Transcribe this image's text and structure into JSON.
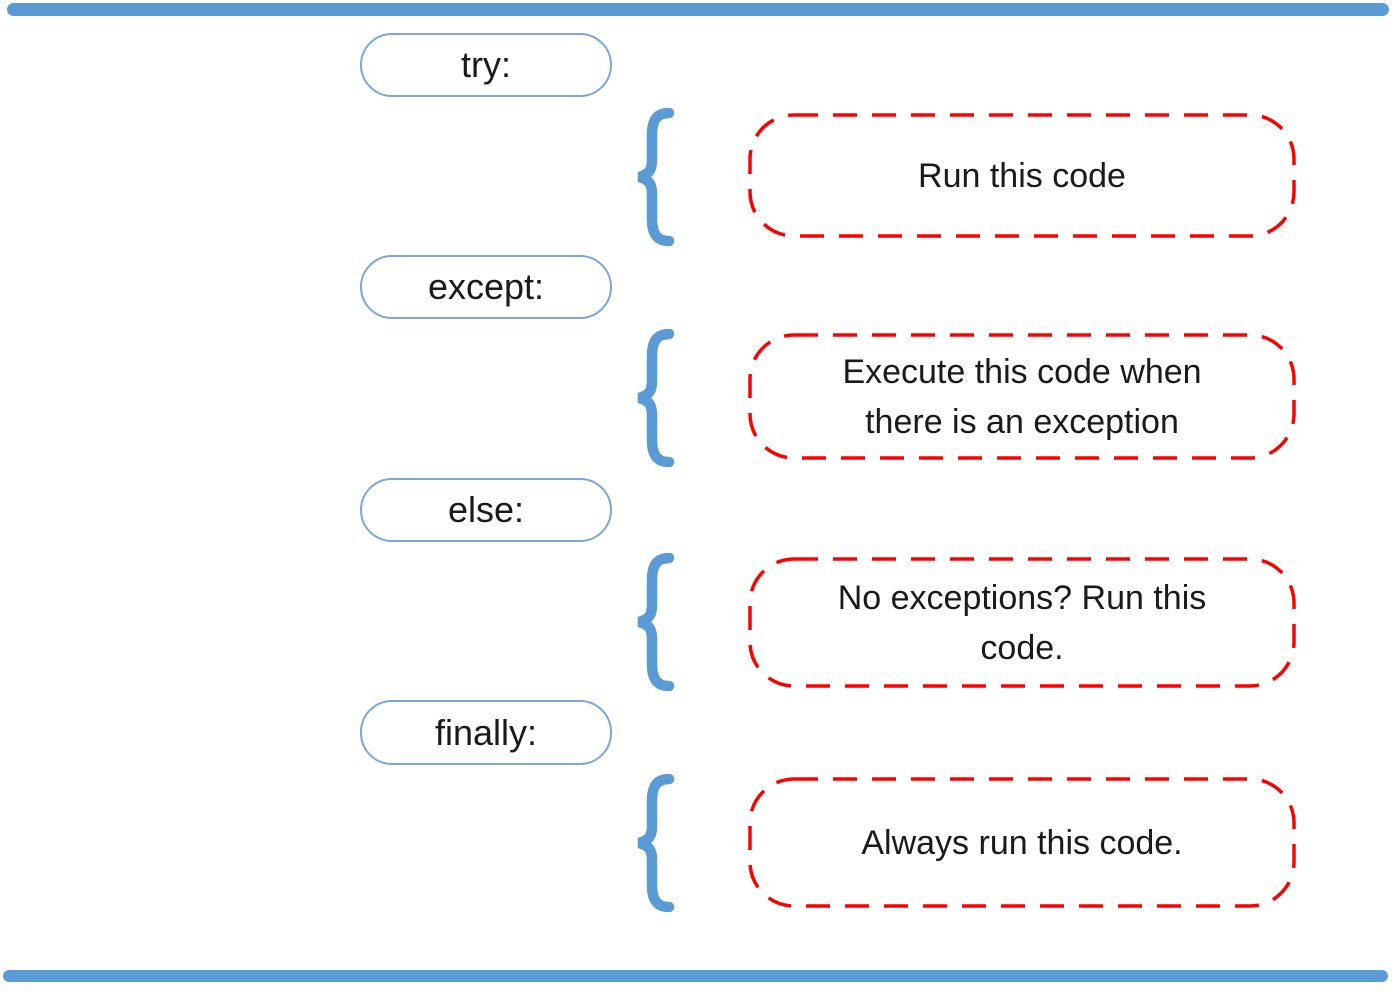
{
  "diagram": {
    "rows": [
      {
        "keyword": "try:",
        "lines": [
          "Run this code"
        ]
      },
      {
        "keyword": "except:",
        "lines": [
          "Execute this code when",
          "there is an exception"
        ]
      },
      {
        "keyword": "else:",
        "lines": [
          "No exceptions? Run this",
          "code."
        ]
      },
      {
        "keyword": "finally:",
        "lines": [
          "Always run this code."
        ]
      }
    ],
    "icons": {
      "brace": "{"
    },
    "colors": {
      "accent_blue": "#5B9BD5",
      "keyword_border_blue": "#7CA6D8",
      "dashed_red": "#FF0000",
      "text": "#1A1A1A"
    }
  }
}
